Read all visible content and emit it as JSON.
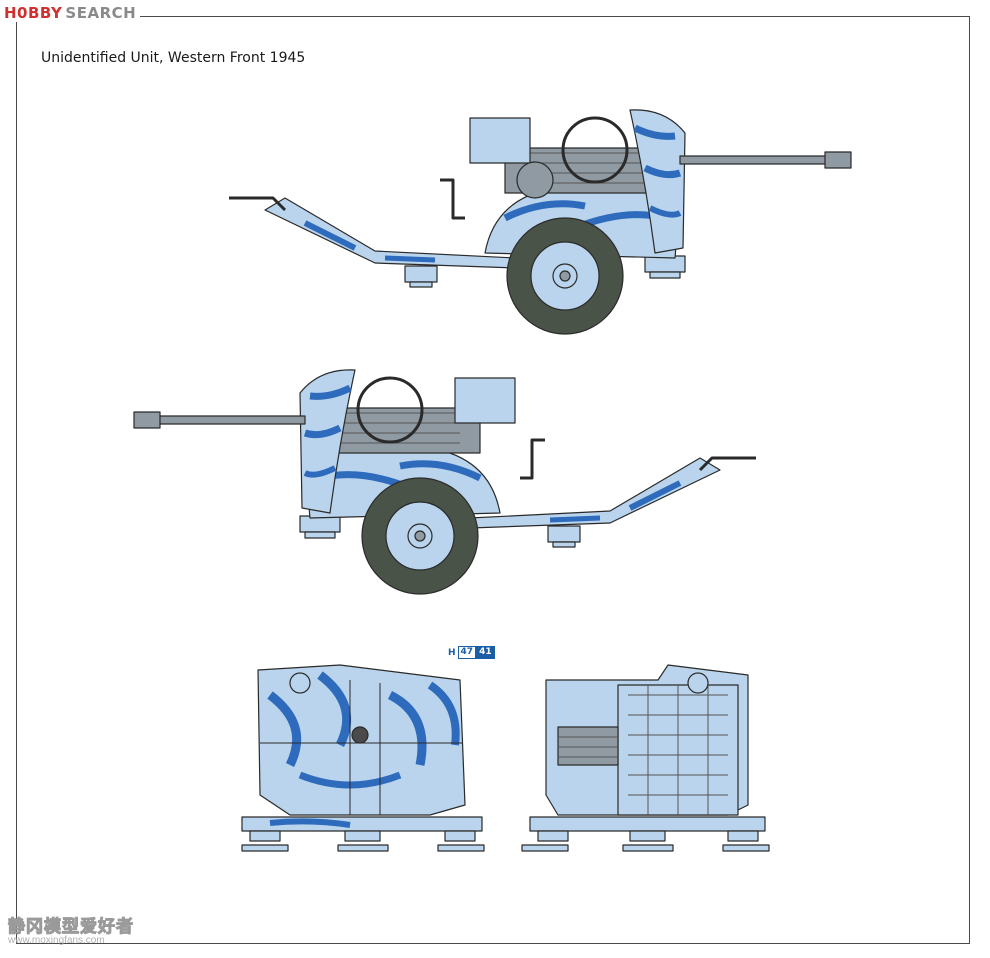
{
  "brand": {
    "mark": "H0BBY",
    "word": "SEARCH"
  },
  "caption": "Unidentified Unit, Western Front 1945",
  "part_tag": {
    "prefix": "H",
    "left": "47",
    "right": "41"
  },
  "watermark": {
    "chinese": "静冈模型爱好者",
    "url": "www.moxingfans.com"
  },
  "colors": {
    "camo_base": "#b9d4ec",
    "camo_stripe": "#2f6bbd",
    "tire": "#4a5348",
    "outline": "#2a2a2a",
    "steel_grey": "#8f9aa3",
    "frame": "#4a4a4a"
  }
}
